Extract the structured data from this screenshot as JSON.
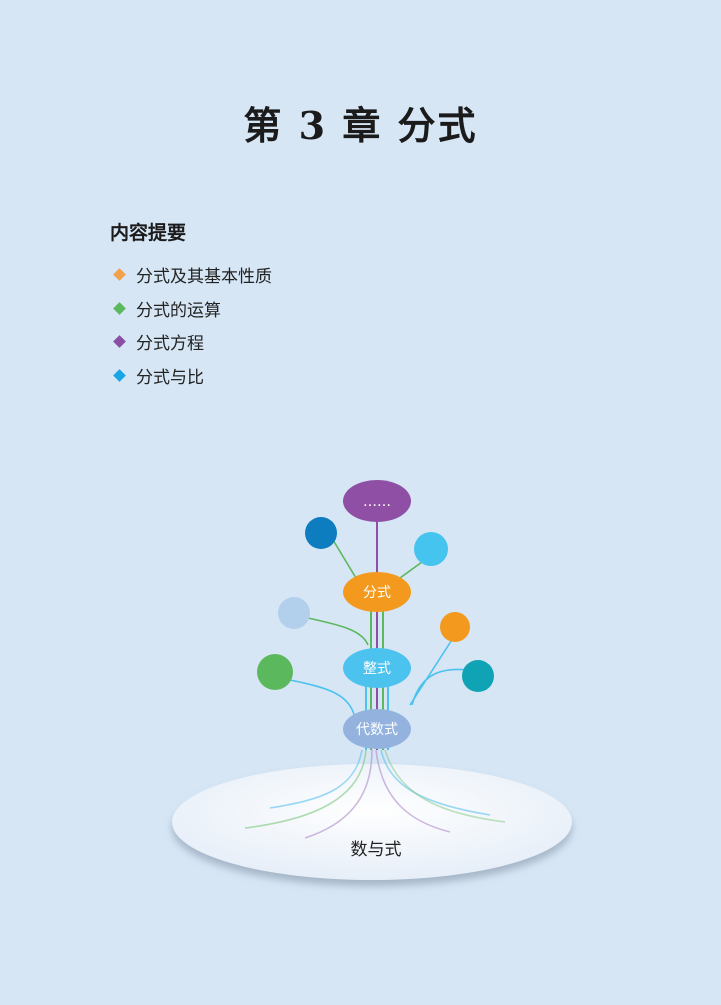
{
  "chapter": {
    "title": "第 3 章    分式"
  },
  "summary": {
    "heading": "内容提要",
    "items": [
      {
        "label": "分式及其基本性质",
        "color": "#f2a24a"
      },
      {
        "label": "分式的运算",
        "color": "#5cb85c"
      },
      {
        "label": "分式方程",
        "color": "#8a4ea6"
      },
      {
        "label": "分式与比",
        "color": "#1aa6e6"
      }
    ]
  },
  "tree": {
    "top_node": "……",
    "node_fraction": "分式",
    "node_integral": "整式",
    "node_algebraic": "代数式",
    "base": "数与式",
    "colors": {
      "top": "#8e4fa5",
      "fraction": "#f39a1e",
      "integral": "#4cc2ee",
      "algebraic": "#93b3de"
    }
  }
}
